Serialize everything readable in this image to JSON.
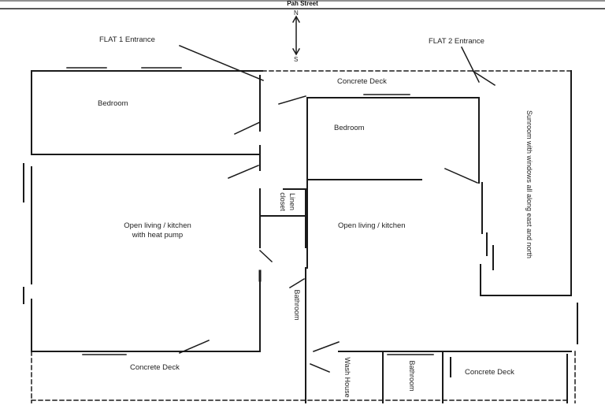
{
  "street": {
    "name": "Pah Street"
  },
  "compass": {
    "north": "N",
    "south": "S"
  },
  "entrances": {
    "flat1": "FLAT 1 Entrance",
    "flat2": "FLAT 2 Entrance"
  },
  "rooms": {
    "concrete_deck_top": "Concrete Deck",
    "flat1_bedroom": "Bedroom",
    "flat2_bedroom": "Bedroom",
    "sunroom": "Sunroom with windows all along east and north",
    "linen_closet_line1": "Linen",
    "linen_closet_line2": "closet",
    "flat1_living_line1": "Open living / kitchen",
    "flat1_living_line2": "with heat pump",
    "flat2_living": "Open living / kitchen",
    "bathroom_middle": "Bathroom",
    "wash_house": "Wash House",
    "bathroom_bottom": "Bathroom",
    "concrete_deck_bottom_left": "Concrete Deck",
    "concrete_deck_bottom_right": "Concrete Deck"
  },
  "colors": {
    "line": "#1a1a1a",
    "text": "#222222",
    "background": "#ffffff"
  }
}
